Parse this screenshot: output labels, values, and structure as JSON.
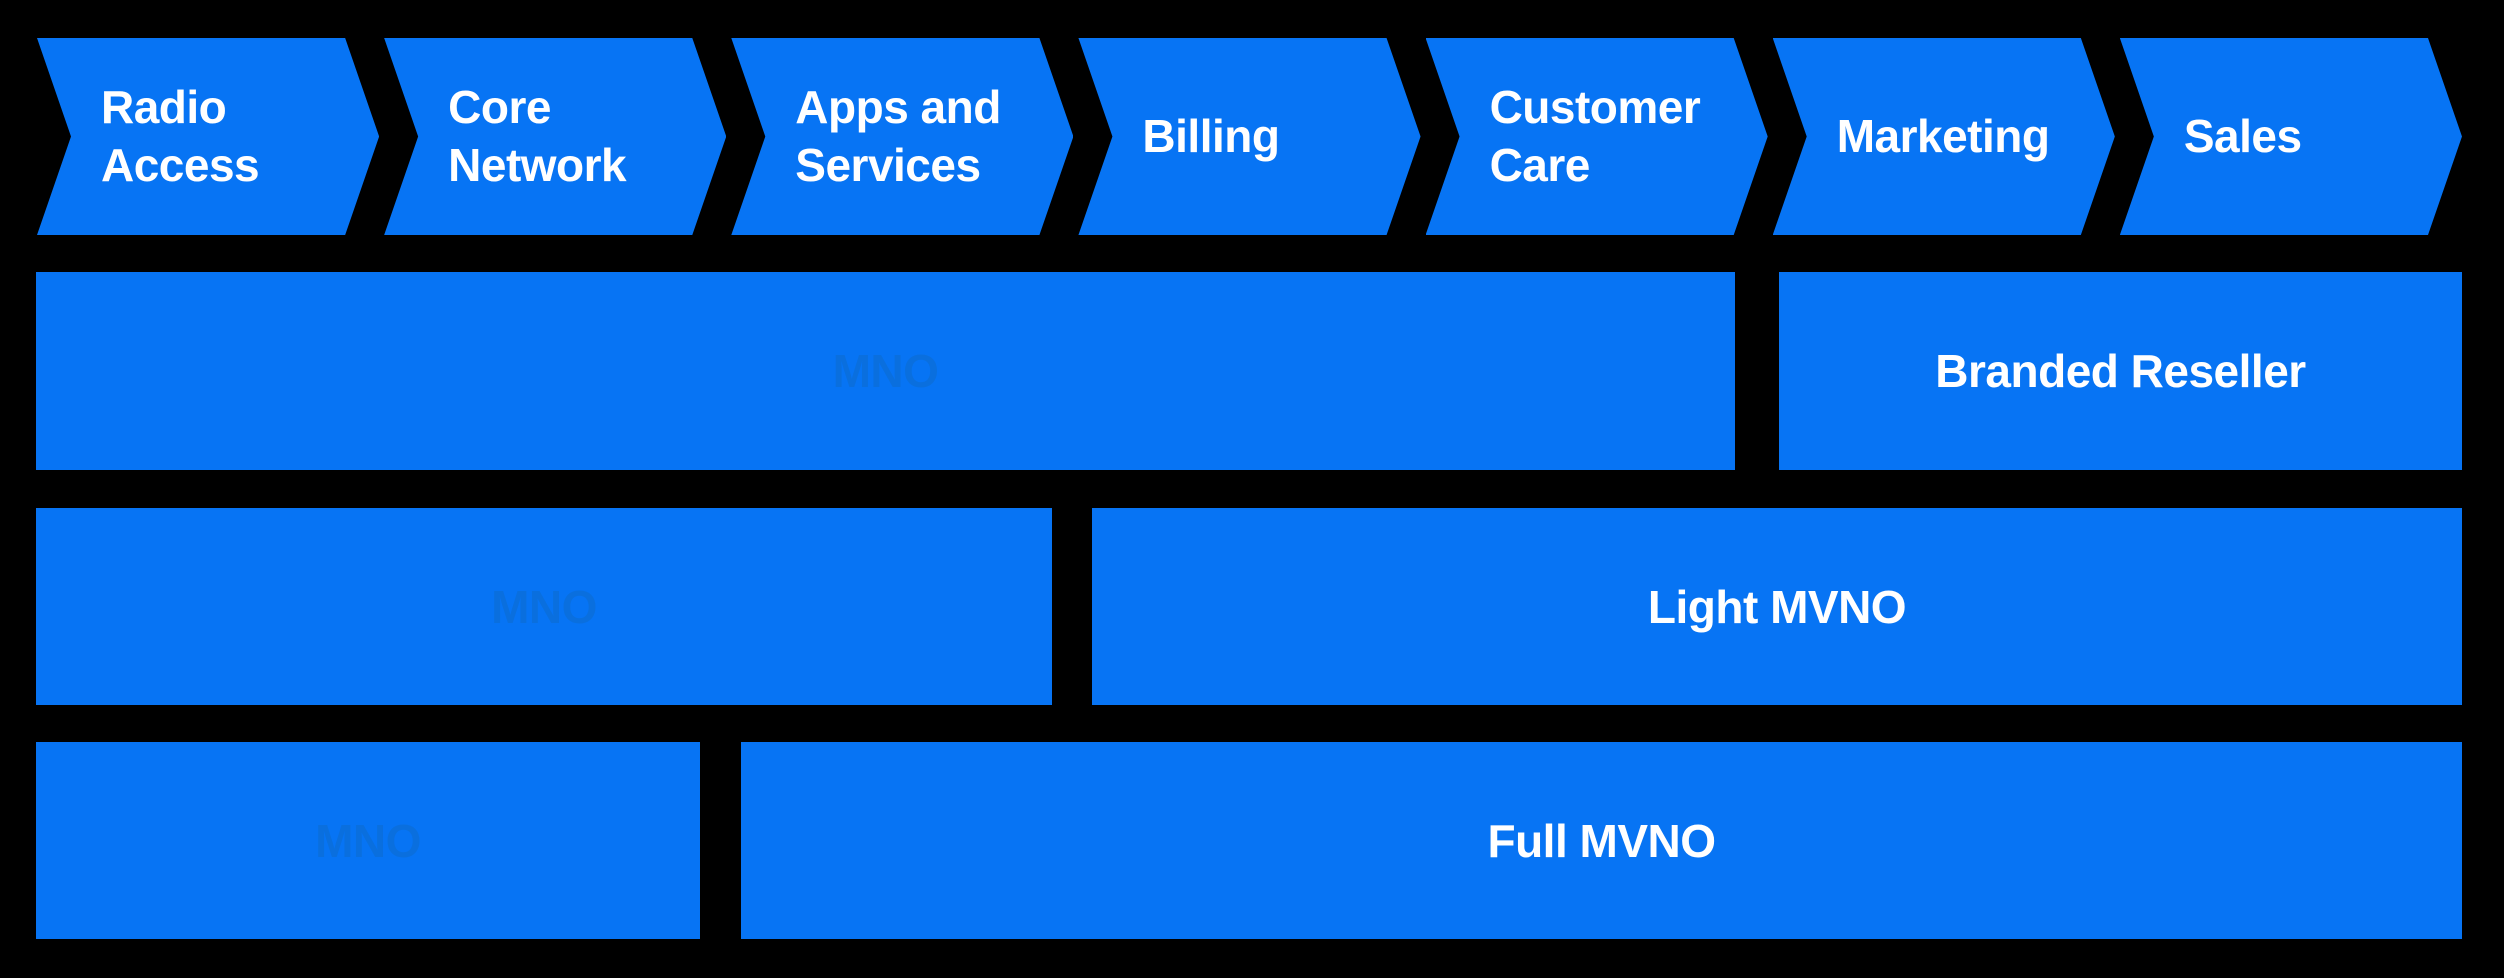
{
  "colors": {
    "background": "#000000",
    "bar_blue": "#0774F4",
    "hidden_label_blue": "#0A6FDE",
    "label_white": "#FFFFFF"
  },
  "chain": {
    "steps": [
      {
        "label": "Radio Access"
      },
      {
        "label": "Core Network"
      },
      {
        "label": "Apps and Services"
      },
      {
        "label": "Billing"
      },
      {
        "label": "Customer Care"
      },
      {
        "label": "Marketing"
      },
      {
        "label": "Sales"
      }
    ]
  },
  "rows": [
    {
      "left_label": "MNO",
      "right_label": "Branded Reseller"
    },
    {
      "left_label": "MNO",
      "right_label": "Light MVNO"
    },
    {
      "left_label": "MNO",
      "right_label": "Full MVNO"
    }
  ]
}
